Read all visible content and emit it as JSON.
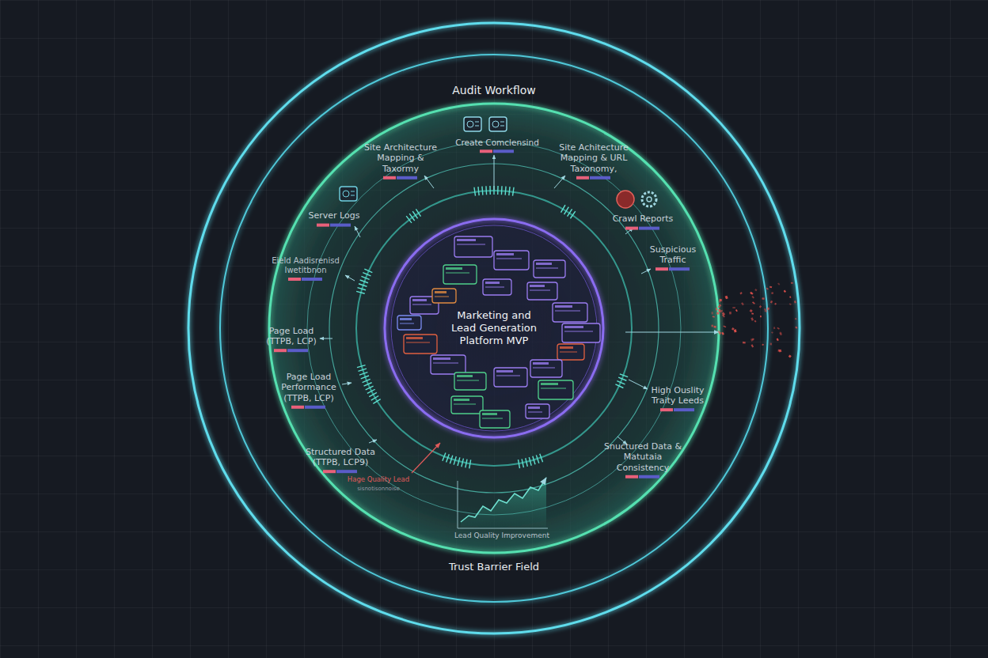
{
  "diagram": {
    "nodes": [
      {
        "text": [
          "Marketing and Lead Generation Platform MVP"
        ]
      }
    ],
    "labels": [
      "Audit Workflow",
      "Create Comclensind",
      "Site Architecture Mapping & Taxormy",
      "Site Achitecture Mapping & URL Taxonomy,",
      "Server Logs",
      "Crawl Reports",
      "Suspicious Traffic",
      "Eield Aadisrenisd Iwetitbnon",
      "Page Load (TTPB, LCP)",
      "High Ouslity Traity Leeds",
      "Page Load Performance (TTPB, LCP)",
      "Structured Data (TTPB, LCP9)",
      "Snuctured Data & Matutaia Consistency",
      "Hage Quality Lead",
      "sisnotisonnoise",
      "Lead Quality Improvement",
      "Trust Barrier Field"
    ]
  }
}
